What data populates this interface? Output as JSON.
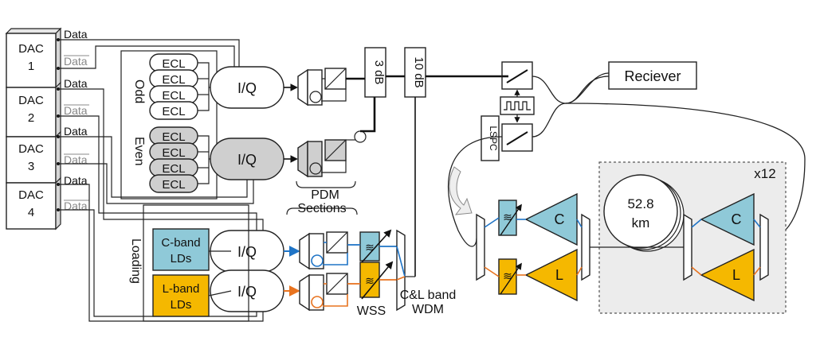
{
  "dacs": [
    {
      "label1": "DAC",
      "label2": "1"
    },
    {
      "label1": "DAC",
      "label2": "2"
    },
    {
      "label1": "DAC",
      "label2": "3"
    },
    {
      "label1": "DAC",
      "label2": "4"
    }
  ],
  "data_labels": {
    "data": "Data",
    "data_bar": "Data"
  },
  "ecl": "ECL",
  "odd": "Odd",
  "even": "Even",
  "iq": "I/Q",
  "loading": "Loading",
  "cband_lds": {
    "line1": "C-band",
    "line2": "LDs"
  },
  "lband_lds": {
    "line1": "L-band",
    "line2": "LDs"
  },
  "coupler_3db": "3 dB",
  "coupler_10db": "10 dB",
  "pdm": {
    "line1": "PDM",
    "line2": "Sections"
  },
  "wss": "WSS",
  "wdm": {
    "line1": "C&L band",
    "line2": "WDM"
  },
  "receiver": "Reciever",
  "lspc": "LSPC",
  "fiber": {
    "line1": "52.8",
    "line2": "km"
  },
  "loop_count": "x12",
  "amp_c": "C",
  "amp_l": "L",
  "colors": {
    "cband": "#8fc9d8",
    "lband": "#f5b800",
    "blue_line": "#1f74c6",
    "orange_line": "#e8731f",
    "gray_fill": "#cfcfcf",
    "loop_bg": "#ececec"
  }
}
